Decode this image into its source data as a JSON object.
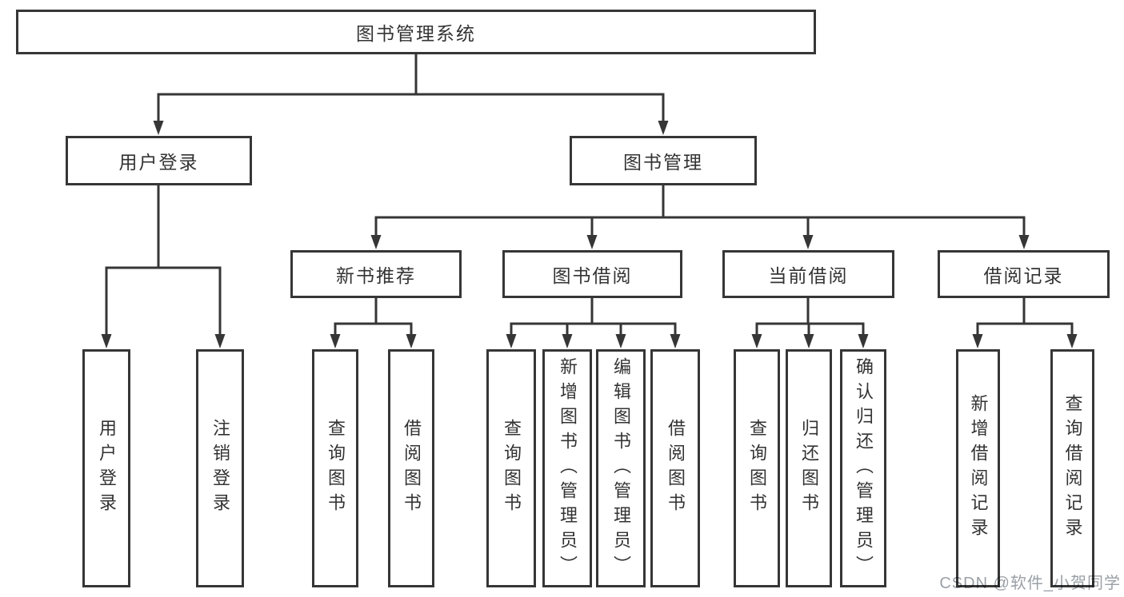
{
  "diagram": {
    "root": {
      "label": "图书管理系统"
    },
    "level2": [
      {
        "label": "用户登录"
      },
      {
        "label": "图书管理"
      }
    ],
    "level3": [
      {
        "label": "新书推荐"
      },
      {
        "label": "图书借阅"
      },
      {
        "label": "当前借阅"
      },
      {
        "label": "借阅记录"
      }
    ],
    "leaves": {
      "user_login": [
        "用户登录",
        "注销登录"
      ],
      "new_book_recommend": [
        "查询图书",
        "借阅图书"
      ],
      "book_borrow": [
        "查询图书",
        "新增图书（管理员）",
        "编辑图书（管理员）",
        "借阅图书"
      ],
      "current_borrow": [
        "查询图书",
        "归还图书",
        "确认归还（管理员）"
      ],
      "borrow_records": [
        "新增借阅记录",
        "查询借阅记录"
      ]
    }
  },
  "watermark": {
    "text": "CSDN @软件_小贺同学"
  },
  "colors": {
    "line": "#363636",
    "box_border": "#363636",
    "box_fill": "#ffffff",
    "text": "#333333",
    "watermark": "#9aa0a6"
  }
}
